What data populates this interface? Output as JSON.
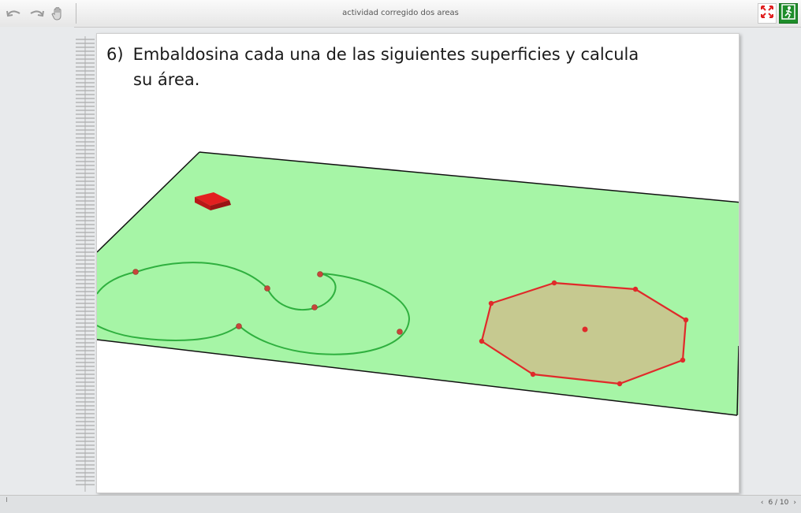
{
  "window": {
    "title": "actividad corregido dos areas",
    "icons": [
      "undo-icon",
      "redo-icon",
      "hand-tool-icon"
    ],
    "right_buttons": [
      "fullscreen-icon",
      "exit-icon"
    ]
  },
  "page": {
    "exercise_number": "6)",
    "instruction_line1": "Embaldosina cada una de las siguientes superficies y calcula",
    "instruction_line2": "su área."
  },
  "colors": {
    "plane_fill": "#a6f5a6",
    "curve_stroke": "#2fb03f",
    "polygon_fill": "#c6c990",
    "polygon_stroke": "#e02a2a",
    "tile": "#e32020",
    "point": "#c8453a"
  },
  "status": {
    "page_indicator": "6 / 10",
    "prev_symbol": "‹",
    "next_symbol": "›"
  }
}
